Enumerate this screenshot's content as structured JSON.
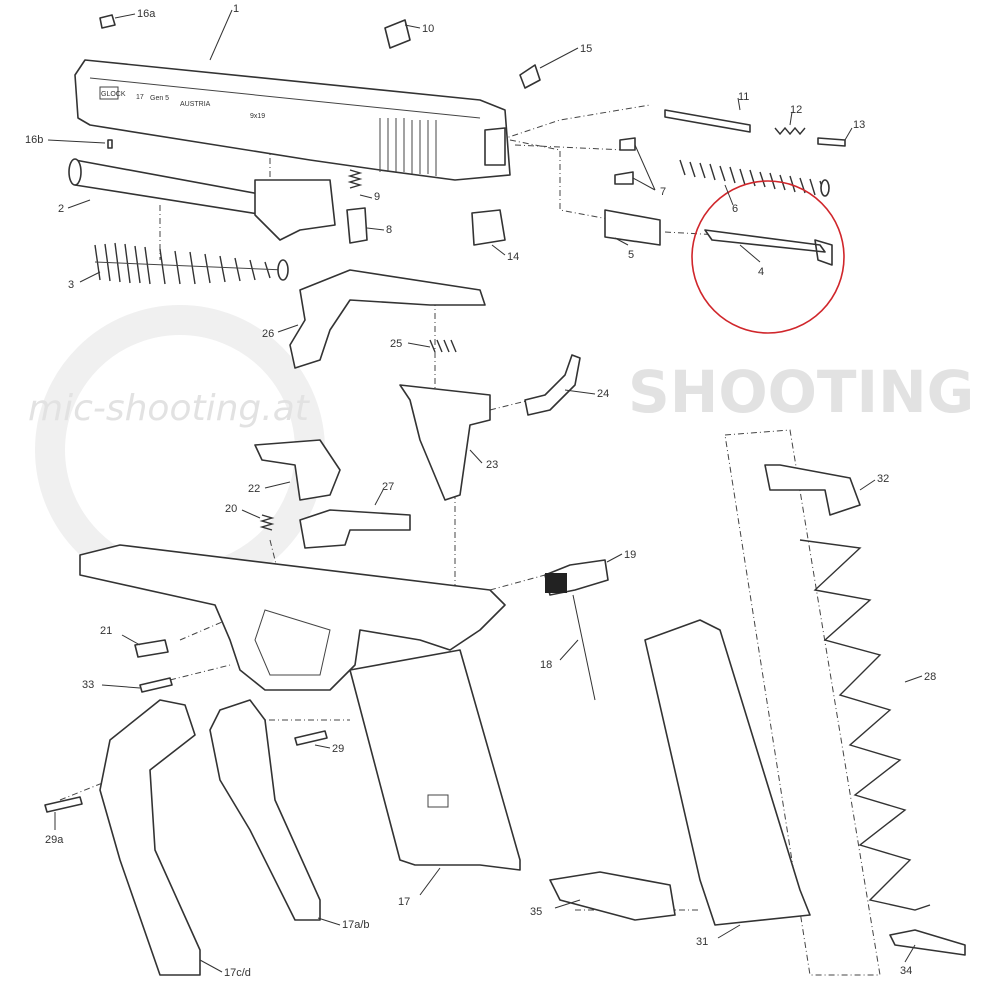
{
  "watermark": {
    "word": "SHOOTING",
    "site": "mic-shooting.at"
  },
  "slide_markings": {
    "brand": "GLOCK",
    "model": "17",
    "gen": "Gen 5",
    "origin": "AUSTRIA",
    "caliber": "9x19"
  },
  "highlight": {
    "part": "4",
    "color": "#d0262b"
  },
  "labels": [
    "16a",
    "1",
    "10",
    "15",
    "11",
    "12",
    "13",
    "16b",
    "9",
    "7",
    "6",
    "2",
    "8",
    "14",
    "5",
    "4",
    "3",
    "26",
    "25",
    "24",
    "23",
    "22",
    "27",
    "32",
    "20",
    "19",
    "21",
    "18",
    "28",
    "33",
    "29",
    "29a",
    "17",
    "35",
    "31",
    "17a/b",
    "17c/d",
    "34"
  ]
}
